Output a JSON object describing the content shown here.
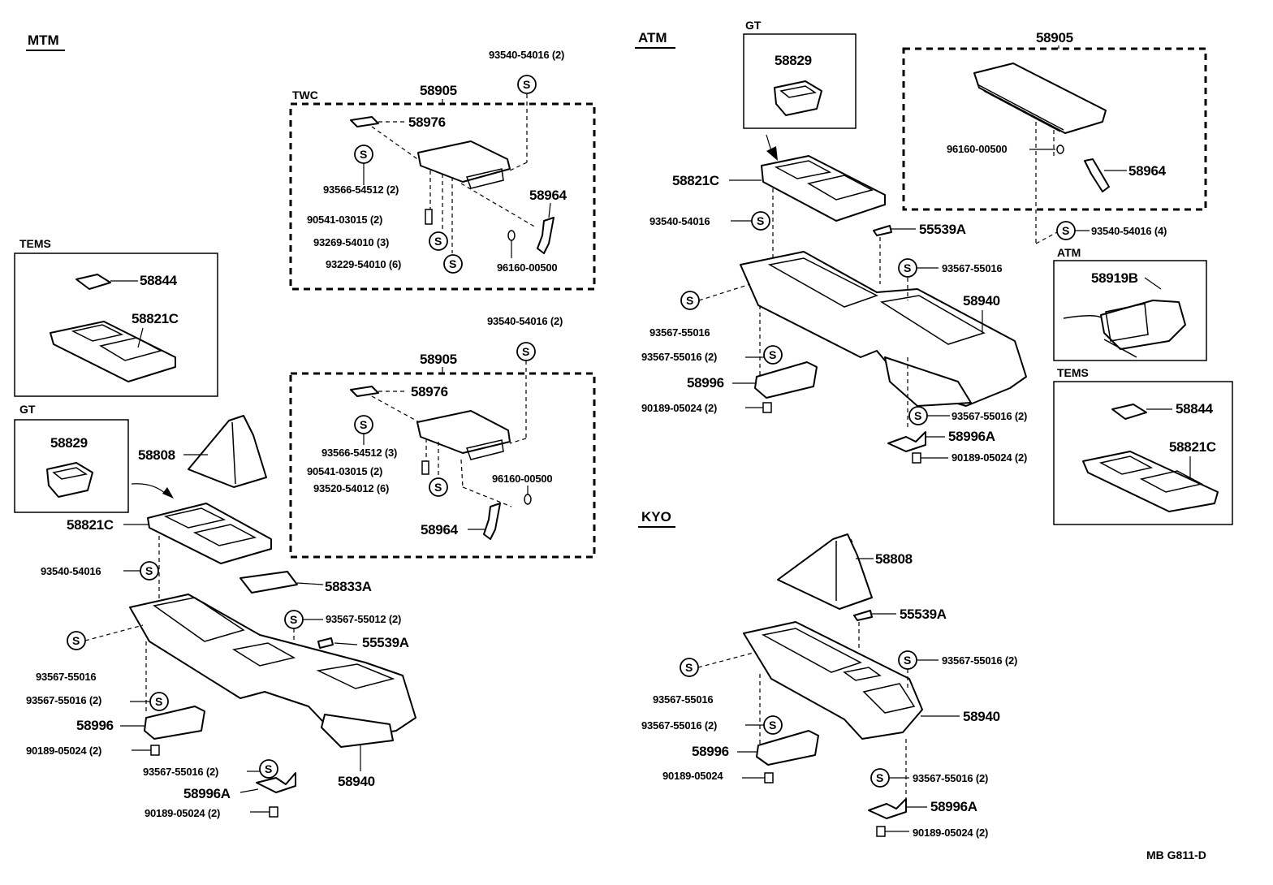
{
  "sections": {
    "mtm": "MTM",
    "atm_main": "ATM",
    "kyo": "KYO",
    "tems_left": "TEMS",
    "gt_left": "GT",
    "twc": "TWC",
    "gt_right": "GT",
    "atm_box": "ATM",
    "tems_right": "TEMS"
  },
  "screw_symbol": "S",
  "drawing_ref": "MB  G811-D",
  "labels": {
    "mtm_93540_top": "93540-54016 (2)",
    "twc_58905": "58905",
    "twc_58976": "58976",
    "twc_93566": "93566-54512 (2)",
    "twc_90541": "90541-03015 (2)",
    "twc_93269": "93269-54010 (3)",
    "twc_93229": "93229-54010 (6)",
    "twc_58964": "58964",
    "twc_96160": "96160-00500",
    "tems_l_58844": "58844",
    "tems_l_58821c": "58821C",
    "gt_l_58829": "58829",
    "mtm_58808": "58808",
    "mtm_58821c": "58821C",
    "mtm_93540": "93540-54016",
    "mtm_58833a": "58833A",
    "mtm_93567_55012": "93567-55012 (2)",
    "mtm_55539a": "55539A",
    "mtm_93567_a": "93567-55016",
    "mtm_93567_b": "93567-55016 (2)",
    "mtm_58996": "58996",
    "mtm_90189_a": "90189-05024 (2)",
    "mtm_93567_c": "93567-55016 (2)",
    "mtm_58996a": "58996A",
    "mtm_90189_b": "90189-05024 (2)",
    "mtm_58940": "58940",
    "box2_93540": "93540-54016 (2)",
    "box2_58905": "58905",
    "box2_58976": "58976",
    "box2_93566": "93566-54512 (3)",
    "box2_90541": "90541-03015 (2)",
    "box2_93520": "93520-54012 (6)",
    "box2_96160": "96160-00500",
    "box2_58964": "58964",
    "gt_r_58829": "58829",
    "atm_58821c": "58821C",
    "atm_93540": "93540-54016",
    "atm_55539a": "55539A",
    "atm_93567_a": "93567-55016",
    "atm_93567_b": "93567-55016",
    "atm_58940": "58940",
    "atm_93567_c": "93567-55016 (2)",
    "atm_58996": "58996",
    "atm_90189_a": "90189-05024 (2)",
    "atm_93567_d": "93567-55016 (2)",
    "atm_58996a": "58996A",
    "atm_90189_b": "90189-05024 (2)",
    "atm_58905": "58905",
    "atm_96160": "96160-00500",
    "atm_58964": "58964",
    "atm_93540_4": "93540-54016 (4)",
    "atm_box_58919b": "58919B",
    "tems_r_58844": "58844",
    "tems_r_58821c": "58821C",
    "kyo_58808": "58808",
    "kyo_55539a": "55539A",
    "kyo_93567_a": "93567-55016",
    "kyo_93567_b": "93567-55016 (2)",
    "kyo_93567_c": "93567-55016 (2)",
    "kyo_58940": "58940",
    "kyo_58996": "58996",
    "kyo_90189_a": "90189-05024",
    "kyo_93567_d": "93567-55016 (2)",
    "kyo_58996a": "58996A",
    "kyo_90189_b": "90189-05024 (2)"
  }
}
